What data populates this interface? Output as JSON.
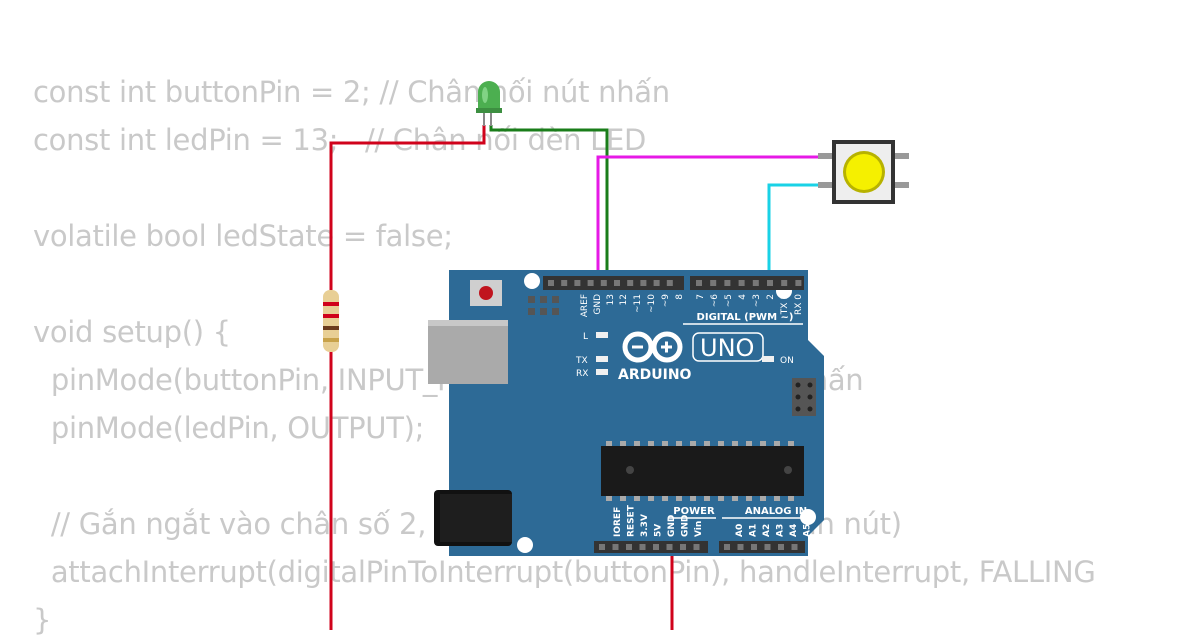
{
  "code_lines": [
    "const int buttonPin = 2; // Chân nối nút nhấn",
    "const int ledPin = 13;   // Chân nối đèn LED",
    "",
    "volatile bool ledState = false;",
    "",
    "void setup() {",
    "  pinMode(buttonPin, INPUT_PULLUP); // Chân nối nút nhấn",
    "  pinMode(ledPin, OUTPUT);                           // LED",
    "",
    "  // Gắn ngắt vào chân số 2, kích hoạt khi FALLING (nhấn nút)",
    "  attachInterrupt(digitalPinToInterrupt(buttonPin), handleInterrupt, FALLING",
    "}"
  ],
  "board": {
    "brand": "ARDUINO",
    "model": "UNO",
    "digital_label": "DIGITAL (PWM ~)",
    "power_label": "POWER",
    "analog_label": "ANALOG IN",
    "on_label": "ON",
    "l_label": "L",
    "tx_label": "TX",
    "rx_label": "RX",
    "digital_pins": [
      "AREF",
      "GND",
      "13",
      "12",
      "~11",
      "~10",
      "~9",
      "8",
      "7",
      "~6",
      "~5",
      "4",
      "~3",
      "2",
      "TX 1",
      "RX 0"
    ],
    "power_pins": [
      "IOREF",
      "RESET",
      "3.3V",
      "5V",
      "GND",
      "GND",
      "Vin"
    ],
    "analog_pins": [
      "A0",
      "A1",
      "A2",
      "A3",
      "A4",
      "A5"
    ]
  },
  "components": {
    "led_color": "#4caf50",
    "button_cap_color": "#f5f000",
    "wire_colors": {
      "red": "#d0021b",
      "green": "#1a7d1a",
      "magenta": "#e619e6",
      "cyan": "#19d2e6"
    },
    "board_color": "#2d6a96"
  }
}
